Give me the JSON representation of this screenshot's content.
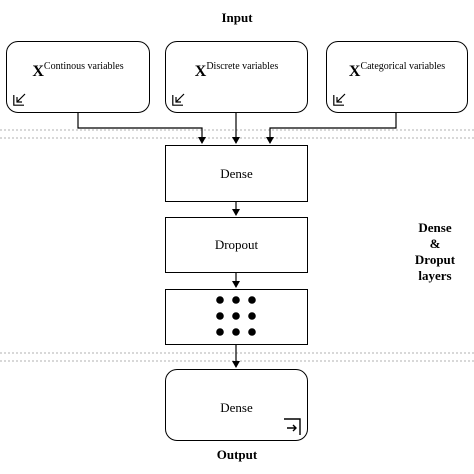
{
  "title": "Input",
  "inputs": [
    {
      "symbol": "X",
      "label": "Continous variables",
      "icon": "arrow-down-left-icon"
    },
    {
      "symbol": "X",
      "label": "Discrete variables",
      "icon": "arrow-down-left-icon"
    },
    {
      "symbol": "X",
      "label": "Categorical variables",
      "icon": "arrow-down-left-icon"
    }
  ],
  "layers": {
    "dense1": "Dense",
    "dropout": "Dropout",
    "output_dense": "Dense",
    "output_icon": "arrow-right-icon"
  },
  "side_label": [
    "Dense",
    "&",
    "Droput",
    "layers"
  ],
  "output_label": "Output",
  "colors": {
    "line": "#000000",
    "separator": "#b0b0b0",
    "background": "#ffffff"
  }
}
